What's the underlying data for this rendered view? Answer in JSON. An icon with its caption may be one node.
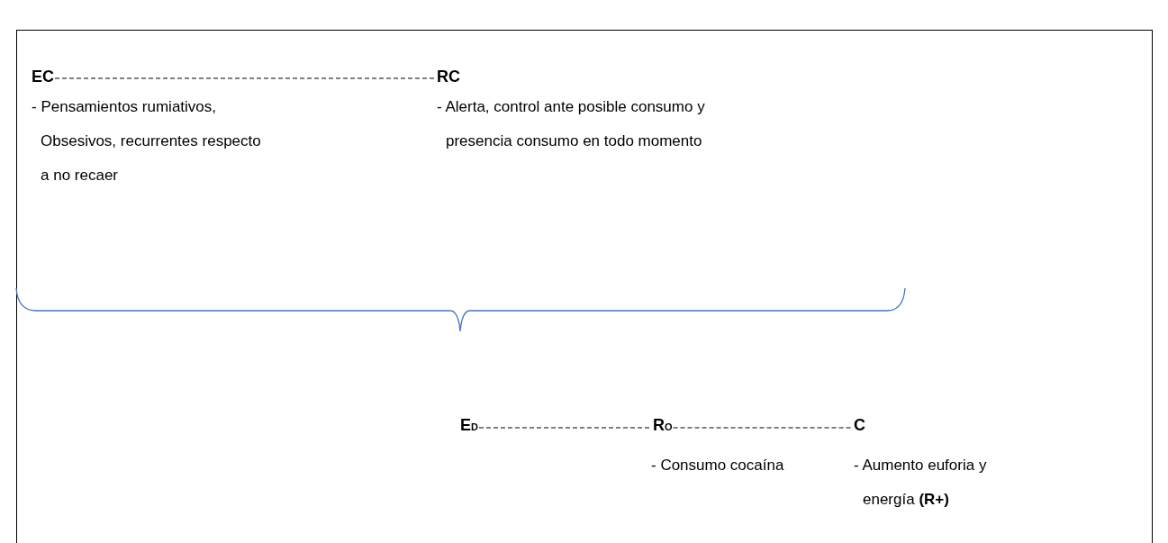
{
  "diagram": {
    "nodes": [
      {
        "text": [
          "EC"
        ],
        "beside": [
          "- Pensamientos rumiativos, Obsesivos, recurrentes respecto a no recaer"
        ]
      },
      {
        "text": [
          "RC"
        ],
        "beside": [
          "- Alerta, control ante posible consumo y presencia consumo en todo momento"
        ]
      },
      {
        "text": [
          "E$_{D}$"
        ]
      },
      {
        "text": [
          "R$_{O}$"
        ],
        "beside": [
          "- Consumo cocaína"
        ]
      },
      {
        "text": [
          "C"
        ],
        "beside": [
          "- Aumento euforia y energía **(R+)**"
        ]
      }
    ],
    "edges": [
      {
        "from": 0,
        "to": 1,
        "arrow": "none",
        "style": "dashed"
      },
      {
        "from": 2,
        "to": 3,
        "arrow": "none",
        "style": "dashed"
      },
      {
        "from": 3,
        "to": 4,
        "arrow": "none",
        "style": "dashed"
      }
    ]
  }
}
